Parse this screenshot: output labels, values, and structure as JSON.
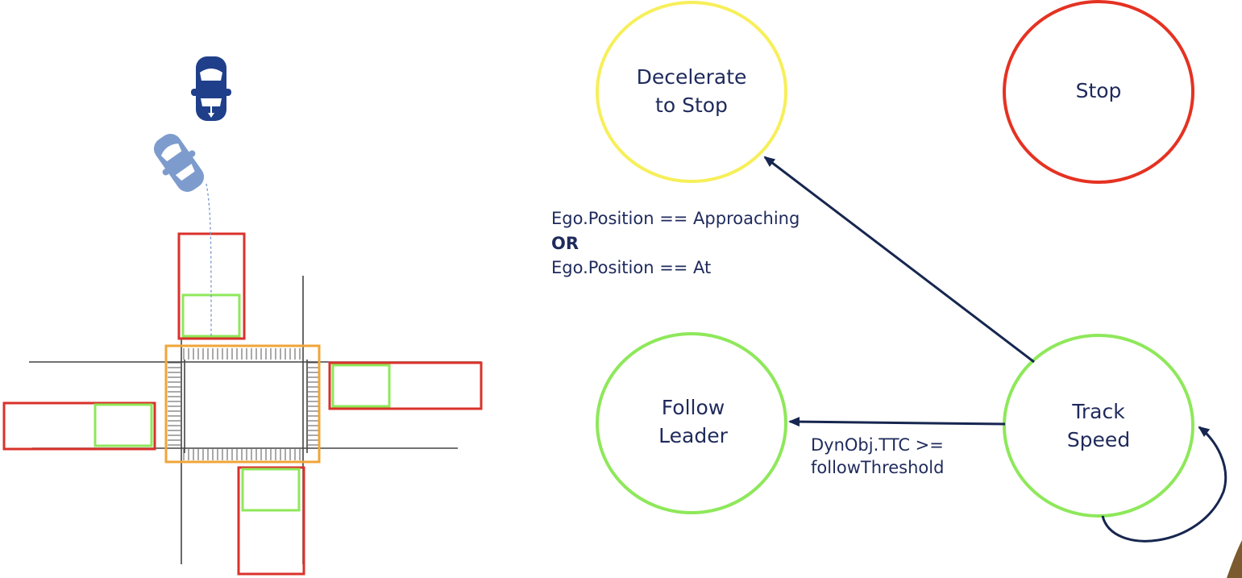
{
  "states": {
    "decelerate": {
      "line1": "Decelerate",
      "line2": "to Stop",
      "color": "#f7ef5a"
    },
    "stop": {
      "label": "Stop",
      "color": "#e53222"
    },
    "follow": {
      "line1": "Follow",
      "line2": "Leader",
      "color": "#8ee85a"
    },
    "track": {
      "line1": "Track",
      "line2": "Speed",
      "color": "#8ee85a"
    }
  },
  "transitions": {
    "to_decelerate": {
      "line1": "Ego.Position == Approaching",
      "line2": "OR",
      "line3": "Ego.Position == At"
    },
    "to_follow": {
      "line1": "DynObj.TTC >=",
      "line2": "followThreshold"
    }
  },
  "colors": {
    "arrow": "#16264f",
    "text": "#1f2a5c",
    "zone_red": "#d9322b",
    "zone_green": "#8ee85a",
    "intersection_orange": "#f0a538",
    "ego_car": "#1f3f8a",
    "other_car": "#7d9ccd"
  },
  "icons": {
    "ego": "car-topdown-icon",
    "other": "car-topdown-icon"
  }
}
